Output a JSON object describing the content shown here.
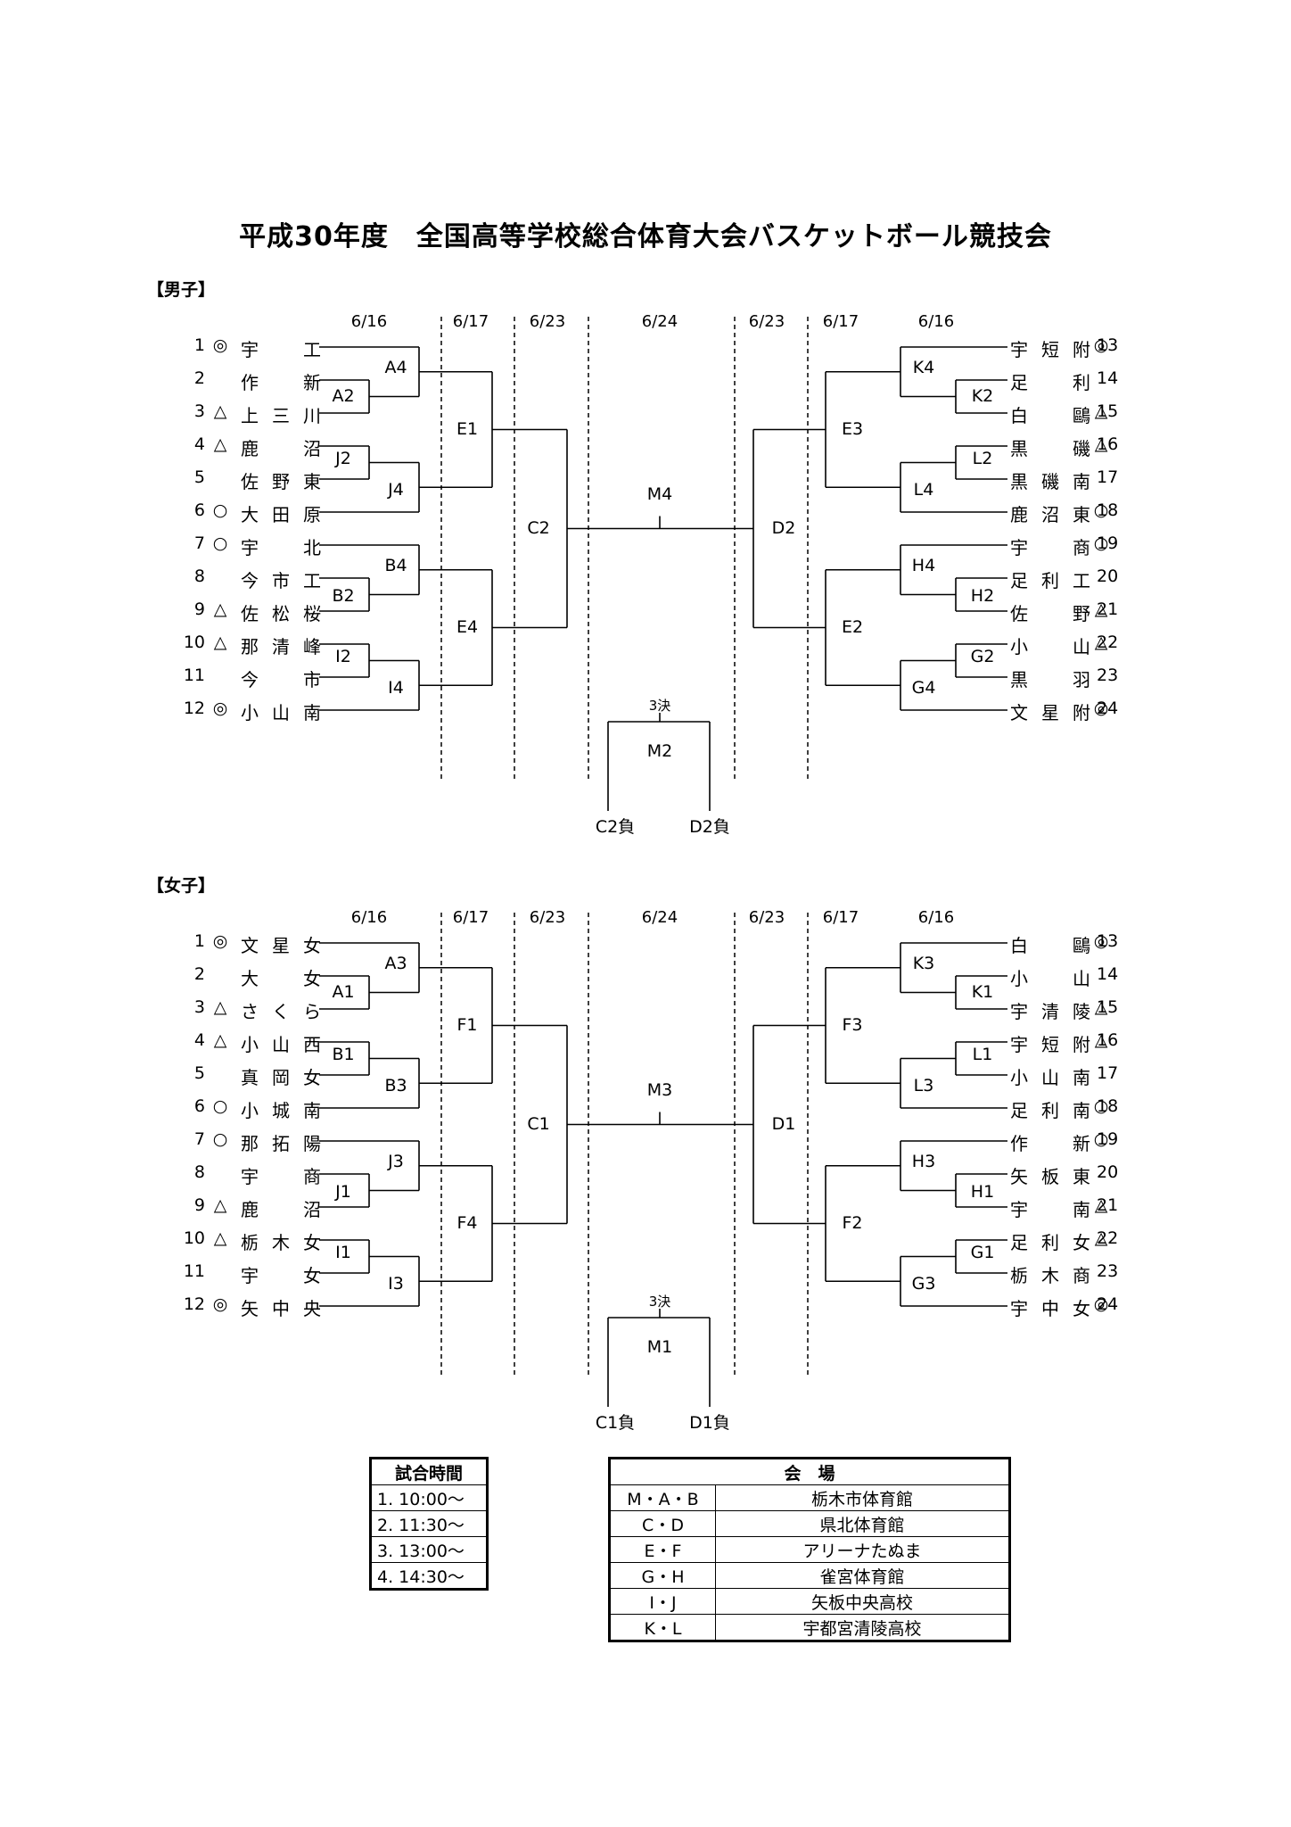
{
  "title": "平成30年度　全国高等学校総合体育大会バスケットボール競技会",
  "dates": [
    "6/16",
    "6/17",
    "6/23",
    "6/24",
    "6/23",
    "6/17",
    "6/16"
  ],
  "boys": {
    "heading": "【男子】",
    "left": [
      {
        "num": "1",
        "mark": "◎",
        "name": "宇工"
      },
      {
        "num": "2",
        "mark": "",
        "name": "作新"
      },
      {
        "num": "3",
        "mark": "△",
        "name": "上三川"
      },
      {
        "num": "4",
        "mark": "△",
        "name": "鹿沼"
      },
      {
        "num": "5",
        "mark": "",
        "name": "佐野東"
      },
      {
        "num": "6",
        "mark": "○",
        "name": "大田原"
      },
      {
        "num": "7",
        "mark": "○",
        "name": "宇北"
      },
      {
        "num": "8",
        "mark": "",
        "name": "今市工"
      },
      {
        "num": "9",
        "mark": "△",
        "name": "佐松桜"
      },
      {
        "num": "10",
        "mark": "△",
        "name": "那清峰"
      },
      {
        "num": "11",
        "mark": "",
        "name": "今市"
      },
      {
        "num": "12",
        "mark": "◎",
        "name": "小山南"
      }
    ],
    "right": [
      {
        "num": "13",
        "mark": "◎",
        "name": "宇短附"
      },
      {
        "num": "14",
        "mark": "",
        "name": "足利"
      },
      {
        "num": "15",
        "mark": "△",
        "name": "白鷗"
      },
      {
        "num": "16",
        "mark": "△",
        "name": "黒磯"
      },
      {
        "num": "17",
        "mark": "",
        "name": "黒磯南"
      },
      {
        "num": "18",
        "mark": "○",
        "name": "鹿沼東"
      },
      {
        "num": "19",
        "mark": "○",
        "name": "宇商"
      },
      {
        "num": "20",
        "mark": "",
        "name": "足利工"
      },
      {
        "num": "21",
        "mark": "△",
        "name": "佐野"
      },
      {
        "num": "22",
        "mark": "△",
        "name": "小山"
      },
      {
        "num": "23",
        "mark": "",
        "name": "黒羽"
      },
      {
        "num": "24",
        "mark": "◎",
        "name": "文星附"
      }
    ],
    "games": {
      "r1a": "A2",
      "r1b": "J2",
      "r1c": "B2",
      "r1d": "I2",
      "r2a": "A4",
      "r2b": "J4",
      "r2c": "B4",
      "r2d": "I4",
      "r3a": "E1",
      "r3b": "E4",
      "semi_l": "C2",
      "final": "M4",
      "semi_r": "D2",
      "r3c": "E3",
      "r3d": "E2",
      "r2e": "K4",
      "r2f": "L4",
      "r2g": "H4",
      "r2h": "G4",
      "r1e": "K2",
      "r1f": "L2",
      "r1g": "H2",
      "r1h": "G2"
    },
    "third": {
      "label": "3決",
      "game": "M2",
      "left": "C2負",
      "right": "D2負"
    }
  },
  "girls": {
    "heading": "【女子】",
    "left": [
      {
        "num": "1",
        "mark": "◎",
        "name": "文星女"
      },
      {
        "num": "2",
        "mark": "",
        "name": "大女"
      },
      {
        "num": "3",
        "mark": "△",
        "name": "さくら"
      },
      {
        "num": "4",
        "mark": "△",
        "name": "小山西"
      },
      {
        "num": "5",
        "mark": "",
        "name": "真岡女"
      },
      {
        "num": "6",
        "mark": "○",
        "name": "小城南"
      },
      {
        "num": "7",
        "mark": "○",
        "name": "那拓陽"
      },
      {
        "num": "8",
        "mark": "",
        "name": "宇商"
      },
      {
        "num": "9",
        "mark": "△",
        "name": "鹿沼"
      },
      {
        "num": "10",
        "mark": "△",
        "name": "栃木女"
      },
      {
        "num": "11",
        "mark": "",
        "name": "宇女"
      },
      {
        "num": "12",
        "mark": "◎",
        "name": "矢中央"
      }
    ],
    "right": [
      {
        "num": "13",
        "mark": "◎",
        "name": "白鷗"
      },
      {
        "num": "14",
        "mark": "",
        "name": "小山"
      },
      {
        "num": "15",
        "mark": "△",
        "name": "宇清陵"
      },
      {
        "num": "16",
        "mark": "△",
        "name": "宇短附"
      },
      {
        "num": "17",
        "mark": "",
        "name": "小山南"
      },
      {
        "num": "18",
        "mark": "○",
        "name": "足利南"
      },
      {
        "num": "19",
        "mark": "○",
        "name": "作新"
      },
      {
        "num": "20",
        "mark": "",
        "name": "矢板東"
      },
      {
        "num": "21",
        "mark": "△",
        "name": "宇南"
      },
      {
        "num": "22",
        "mark": "△",
        "name": "足利女"
      },
      {
        "num": "23",
        "mark": "",
        "name": "栃木商"
      },
      {
        "num": "24",
        "mark": "◎",
        "name": "宇中女"
      }
    ],
    "games": {
      "r1a": "A1",
      "r1b": "B1",
      "r1c": "J1",
      "r1d": "I1",
      "r2a": "A3",
      "r2b": "B3",
      "r2c": "J3",
      "r2d": "I3",
      "r3a": "F1",
      "r3b": "F4",
      "semi_l": "C1",
      "final": "M3",
      "semi_r": "D1",
      "r3c": "F3",
      "r3d": "F2",
      "r2e": "K3",
      "r2f": "L3",
      "r2g": "H3",
      "r2h": "G3",
      "r1e": "K1",
      "r1f": "L1",
      "r1g": "H1",
      "r1h": "G1"
    },
    "third": {
      "label": "3決",
      "game": "M1",
      "left": "C1負",
      "right": "D1負"
    }
  },
  "times": {
    "header": "試合時間",
    "rows": [
      "1. 10:00～",
      "2. 11:30～",
      "3. 13:00～",
      "4. 14:30～"
    ]
  },
  "venues": {
    "header": "会　場",
    "rows": [
      {
        "code": "M・A・B",
        "place": "栃木市体育館"
      },
      {
        "code": "C・D",
        "place": "県北体育館"
      },
      {
        "code": "E・F",
        "place": "アリーナたぬま"
      },
      {
        "code": "G・H",
        "place": "雀宮体育館"
      },
      {
        "code": "I・J",
        "place": "矢板中央高校"
      },
      {
        "code": "K・L",
        "place": "宇都宮清陵高校"
      }
    ]
  }
}
